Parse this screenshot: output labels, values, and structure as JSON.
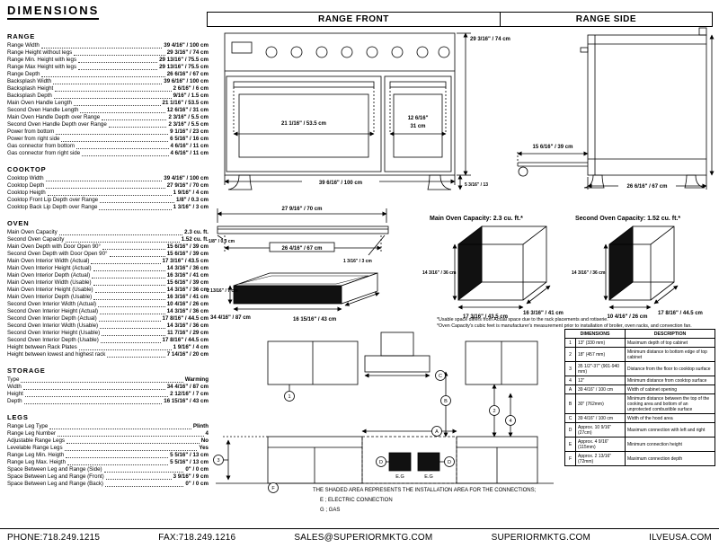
{
  "title": "DIMENSIONS",
  "sections": {
    "range_front_title": "RANGE FRONT",
    "range_side_title": "RANGE SIDE"
  },
  "specs": [
    {
      "title": "RANGE",
      "rows": [
        [
          "Range Width",
          "39 4/16\" / 100 cm"
        ],
        [
          "Range Height without legs",
          "29 3/16\" / 74 cm"
        ],
        [
          "Range Min. Height with legs",
          "29 13/16\" / 75.5 cm"
        ],
        [
          "Range Max Height with legs",
          "29 13/16\" / 75.5 cm"
        ],
        [
          "Range Depth",
          "26 6/16\" / 67 cm"
        ],
        [
          "Backsplash Width",
          "39 6/16\" / 100 cm"
        ],
        [
          "Backsplash Height",
          "2 6/16\" / 6 cm"
        ],
        [
          "Backsplash Depth",
          "9/16\" / 1.5 cm"
        ],
        [
          "Main Oven Handle Length",
          "21 1/16\" / 53.5 cm"
        ],
        [
          "Second Oven Handle Length",
          "12 6/16\" / 31 cm"
        ],
        [
          "Main Oven Handle Depth over Range",
          "2 3/16\" / 5.5 cm"
        ],
        [
          "Second Oven Handle Depth over Range",
          "2 3/16\" / 5.5 cm"
        ],
        [
          "Power from bottom",
          "9 1/16\" / 23 cm"
        ],
        [
          "Power from right side",
          "6 5/16\" / 16 cm"
        ],
        [
          "Gas connector from bottom",
          "4 6/16\" / 11 cm"
        ],
        [
          "Gas connector from right side",
          "4 6/16\" / 11 cm"
        ]
      ]
    },
    {
      "title": "COOKTOP",
      "rows": [
        [
          "Cooktop Width",
          "39 4/16\" / 100 cm"
        ],
        [
          "Cooktop Depth",
          "27 9/16\" / 70 cm"
        ],
        [
          "Cooktop Heigth",
          "1 9/16\" / 4 cm"
        ],
        [
          "Cooktop Front Lip Depth over Range",
          "1/8\" / 0.3 cm"
        ],
        [
          "Cooktop Back Lip Depth over Range",
          "1 3/16\" / 3 cm"
        ]
      ]
    },
    {
      "title": "OVEN",
      "rows": [
        [
          "Main Oven Capacity",
          "2.3 cu. ft."
        ],
        [
          "Second Oven Capacity",
          "1.52 cu. ft."
        ],
        [
          "Main Oven Depth with Door Open 90°",
          "15 6/16\" / 39 cm"
        ],
        [
          "Second Oven Depth with Door Open 90°",
          "15 6/16\" / 39 cm"
        ],
        [
          "Main Oven Interior Width (Actual)",
          "17 3/16\" / 43.5 cm"
        ],
        [
          "Main Oven Interior Height (Actual)",
          "14 3/16\" / 36 cm"
        ],
        [
          "Main Oven Interior Depth (Actual)",
          "16 3/16\" / 41 cm"
        ],
        [
          "Main Oven Interior Width (Usable)",
          "15 6/16\" / 39 cm"
        ],
        [
          "Main Oven Interior Height (Usable)",
          "14 3/16\" / 36 cm"
        ],
        [
          "Main Oven Interior Depth (Usable)",
          "16 3/16\" / 41 cm"
        ],
        [
          "Second Oven Interior Width (Actual)",
          "10 4/16\" / 26 cm"
        ],
        [
          "Second Oven Interior Height (Actual)",
          "14 3/16\" / 36 cm"
        ],
        [
          "Second Oven Interior Depth (Actual)",
          "17 8/16\" / 44.5 cm"
        ],
        [
          "Second Oven Interior Width (Usable)",
          "14 3/16\" / 36 cm"
        ],
        [
          "Second Oven Interior Height (Usable)",
          "11 7/16\" / 29 cm"
        ],
        [
          "Second Oven Interior Depth (Usable)",
          "17 8/16\" / 44.5 cm"
        ],
        [
          "Height between Rack Plates",
          "1 9/16\" / 4 cm"
        ],
        [
          "Height between lowest and highest rack",
          "7 14/16\" / 20 cm"
        ]
      ]
    },
    {
      "title": "STORAGE",
      "rows": [
        [
          "Type",
          "Warming"
        ],
        [
          "Width",
          "34 4/16\" / 87 cm"
        ],
        [
          "Height",
          "2 12/16\" / 7 cm"
        ],
        [
          "Depth",
          "16 15/16\" / 43 cm"
        ]
      ]
    },
    {
      "title": "LEGS",
      "rows": [
        [
          "Range Leg Type",
          "Plinth"
        ],
        [
          "Range Leg Number",
          "4"
        ],
        [
          "Adjustable Range Legs",
          "No"
        ],
        [
          "Levelable Range Legs",
          "Yes"
        ],
        [
          "Range Leg Min. Heigth",
          "5 5/16\" / 13 cm"
        ],
        [
          "Range Leg Max. Heigth",
          "5 5/16\" / 13 cm"
        ],
        [
          "Space Between Leg and Range (Side)",
          "0\" / 0 cm"
        ],
        [
          "Space Between Leg and Range (Front)",
          "3 9/16\" / 9 cm"
        ],
        [
          "Space Between Leg and Range (Back)",
          "0\" / 0 cm"
        ]
      ]
    }
  ],
  "front_diagram": {
    "height_label": "29 3/16\" / 74 cm",
    "main_handle_label": "21 1/16\" / 53.5 cm",
    "second_handle_in": "12 6/16\"",
    "second_handle_cm": "31 cm",
    "width_label": "39 6/16\" / 100 cm",
    "leg_label": "5 3/16\" / 13"
  },
  "side_diagram": {
    "door_open_label": "15 6/16\" / 39 cm",
    "depth_label": "26 6/16\" / 67 cm"
  },
  "cooktop_diagram": {
    "top_width_label": "27 9/16\" / 70 cm",
    "inner_width_label": "26 4/16\" / 67 cm",
    "front_lip_label": "1/8\" / 0.3 cm",
    "back_lip_label": "1 3/16\" / 3 cm"
  },
  "storage_diagram": {
    "height_label": "2 13/16\" / 7 cm",
    "width_label": "34 4/16\" / 87 cm",
    "depth_label": "16 15/16\" / 43 cm"
  },
  "main_oven_diagram": {
    "title": "Main Oven Capacity: 2.3 cu. ft.*",
    "height_label": "14 3/16\" / 36 cm",
    "width_label": "17 3/16\" / 43.5 cm",
    "depth_label": "16 3/16\" / 41 cm"
  },
  "second_oven_diagram": {
    "title": "Second Oven Capacity: 1.52 cu. ft.*",
    "height_label": "14 3/16\" / 36 cm",
    "width_label": "10 4/16\" / 26 cm",
    "depth_label": "17 8/16\" / 44.5 cm"
  },
  "footnotes": [
    "*Usable space differs from Actual space due to the rack placements and rotiserie.",
    "*Oven Capacity's cubic feet is manufacturer's measurement prior to installation of broiler, oven racks, and convection fan."
  ],
  "installation": {
    "note_title": "THE SHADED AREA REPRESENTS THE INSTALLATION AREA FOR THE CONNECTIONS;",
    "note_e": "E ; ELECTRIC CONNECTION",
    "note_g": "G ; GAS",
    "eg_label": "E.G",
    "callouts": {
      "c1": "1",
      "c2": "2",
      "c3": "3",
      "c4": "4",
      "a": "A",
      "b": "B",
      "c": "C",
      "d": "D",
      "f": "F"
    },
    "table": {
      "header_dim": "DIMENSIONS",
      "header_desc": "DESCRIPTION",
      "rows": [
        [
          "1",
          "13\" (330 mm)",
          "Maximum depth of top cabinet"
        ],
        [
          "2",
          "18\" (457 mm)",
          "Minimum distance to bottom edge of top cabinet"
        ],
        [
          "3",
          "35 1/2\"-37\" (901-940 mm)",
          "Distance from the floor to cooktop surface"
        ],
        [
          "4",
          "12\"",
          "Minimum distance from cooktop surface"
        ],
        [
          "A",
          "39 4/16\" / 100 cm",
          "Width of cabinet opening"
        ],
        [
          "B",
          "30\" (762mm)",
          "Minimum distance between the top of the cooking area and bottom of an unprotected combustible surface"
        ],
        [
          "C",
          "39 4/16\" / 100 cm",
          "Width of the hood area"
        ],
        [
          "D",
          "Approx. 10 9/16\" (27cm)",
          "Maximum connection with left and right"
        ],
        [
          "E",
          "Approx. 4 9/16\" (115mm)",
          "Minimum connection height"
        ],
        [
          "F",
          "Approx. 2 13/16\" (72mm)",
          "Maximum connection depth"
        ]
      ]
    }
  },
  "footer": {
    "phone": "PHONE:718.249.1215",
    "fax": "FAX:718.249.1216",
    "email": "SALES@SUPERIORMKTG.COM",
    "site": "SUPERIORMKTG.COM",
    "brand": "ILVEUSA.COM"
  }
}
